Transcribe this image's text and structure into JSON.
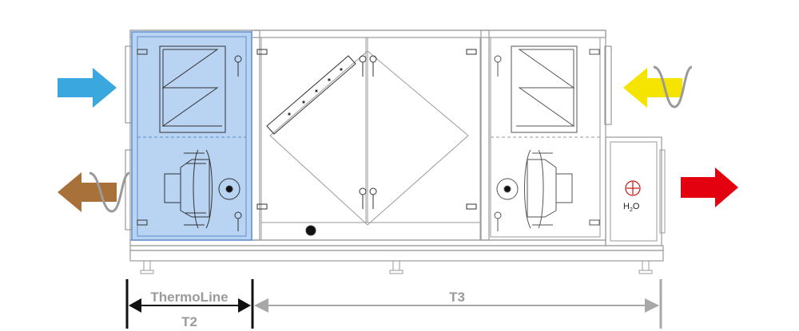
{
  "labels": {
    "thermoline": "ThermoLine",
    "t2": "T2",
    "t3": "T3",
    "h2o_main": "H",
    "h2o_sub": "2",
    "h2o_end": "O"
  },
  "colors": {
    "outline": "#9a9a9a",
    "outline_dark": "#7a7a7a",
    "panel_fill": "#b9d3f2",
    "panel_stroke": "#5f8fd0",
    "arrow_outdoor_in": "#3aa7df",
    "arrow_exhaust": "#a9713a",
    "arrow_extract": "#f5e400",
    "arrow_supply": "#e3000f",
    "humidifier": "#cc1111",
    "dim_black": "#111111",
    "dim_gray": "#a8a8a8",
    "label_gray": "#9b9b9b"
  },
  "icons": {
    "outdoor_air": "blue-arrow-right-icon",
    "exhaust_air": "brown-arrow-left-wave-icon",
    "extract_air": "yellow-arrow-left-wave-icon",
    "supply_air": "red-arrow-right-icon",
    "humidifier": "humidifier-cross-icon"
  }
}
